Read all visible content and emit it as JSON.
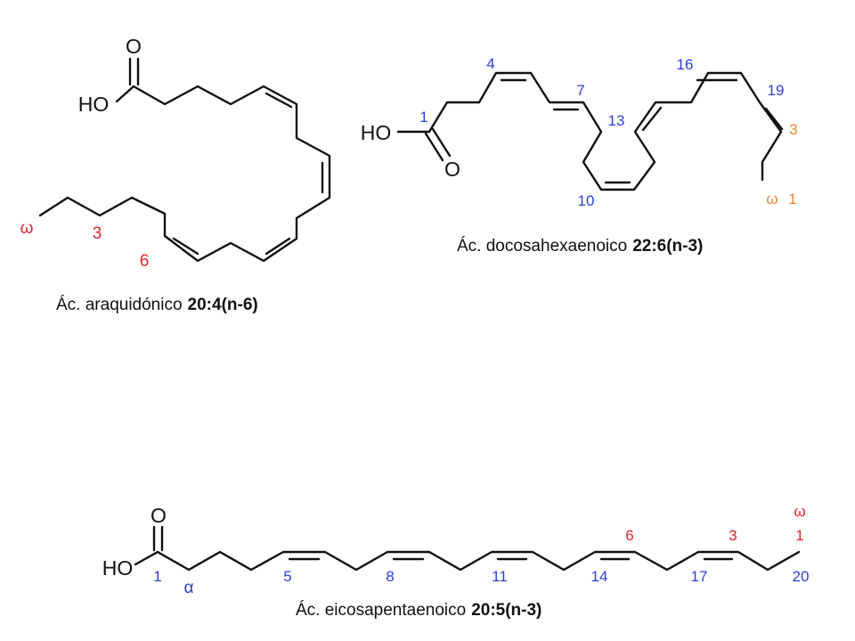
{
  "colors": {
    "bond": "#111111",
    "blue": "#2b3fd6",
    "red": "#e0262a",
    "orange": "#e8862a"
  },
  "atoms": {
    "oxygen": "O",
    "hydroxyl": "HO"
  },
  "arachidonic": {
    "caption_name": "Ác. araquidónico",
    "caption_code": "20:4(n-6)",
    "labels": {
      "omega": "ω",
      "n3": "3",
      "n6": "6"
    }
  },
  "docosahexaenoic": {
    "caption_name": "Ác. docosahexaenoico",
    "caption_code": "22:6(n-3)",
    "labels": {
      "c1": "1",
      "c4": "4",
      "c7": "7",
      "c10": "10",
      "c13": "13",
      "c16": "16",
      "c19": "19",
      "n3": "3",
      "omega": "ω",
      "n1": "1"
    }
  },
  "eicosapentaenoic": {
    "caption_name": "Ác. eicosapentaenoico",
    "caption_code": "20:5(n-3)",
    "labels": {
      "c1": "1",
      "alpha": "α",
      "c5": "5",
      "c8": "8",
      "c11": "11",
      "c14": "14",
      "c17": "17",
      "c20": "20",
      "n6": "6",
      "n3": "3",
      "n1": "1",
      "omega": "ω"
    }
  }
}
